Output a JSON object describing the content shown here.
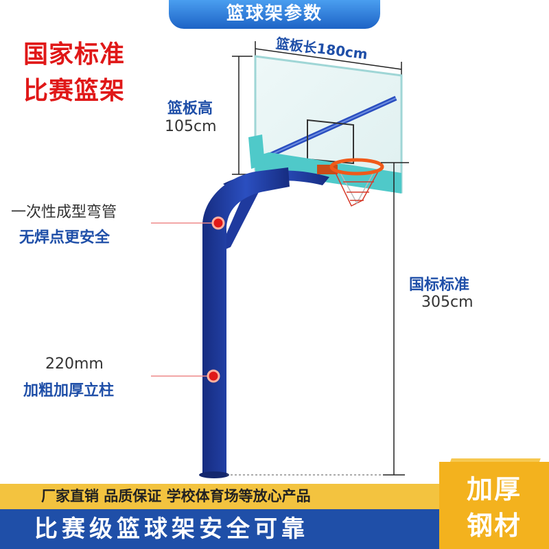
{
  "header": {
    "title": "篮球架参数"
  },
  "headline": {
    "line1": "国家标准",
    "line2": "比赛篮架"
  },
  "dimensions": {
    "board_width": "篮板长180cm",
    "board_height_label": "篮板高",
    "board_height_value": "105cm",
    "rim_height_label": "国标标准",
    "rim_height_value": "305cm"
  },
  "features": {
    "bend_line1": "一次性成型弯管",
    "bend_line2": "无焊点更安全",
    "pillar_line1": "220mm",
    "pillar_line2": "加粗加厚立柱"
  },
  "footer": {
    "slogan": "厂家直销 品质保证 学校体育场等放心产品",
    "main": "比赛级篮球架安全可靠",
    "badge_line1": "加厚",
    "badge_line2": "钢材"
  },
  "colors": {
    "pole_blue": "#1f3a9e",
    "board_frame": "#4fc9c9",
    "rim_orange": "#f05a1a",
    "title_red": "#e01818",
    "label_blue": "#1f4fa8",
    "footer_yellow": "#f3c33f",
    "footer_blue": "#1f4fa8"
  }
}
